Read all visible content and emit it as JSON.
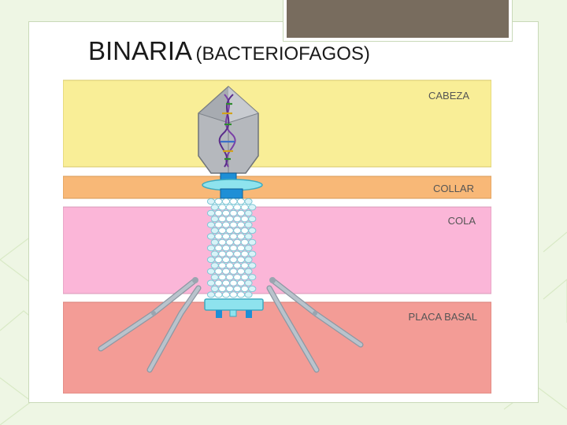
{
  "slide": {
    "title_main": "BINARIA",
    "title_sub": "(BACTERIOFAGOS)"
  },
  "diagram": {
    "labels": {
      "head": "CABEZA",
      "collar": "COLLAR",
      "tail": "COLA",
      "base_plate": "PLACA BASAL"
    },
    "colors": {
      "head_band": "#f9ee97",
      "collar_band": "#f8b877",
      "tail_band": "#fbb6d8",
      "base_band": "#f39c96",
      "capsid": "#b5b8bd",
      "collar_disc": "#8ee3ee",
      "neck": "#1e8fd6",
      "tail_fiber": "#b9c3cc"
    }
  }
}
